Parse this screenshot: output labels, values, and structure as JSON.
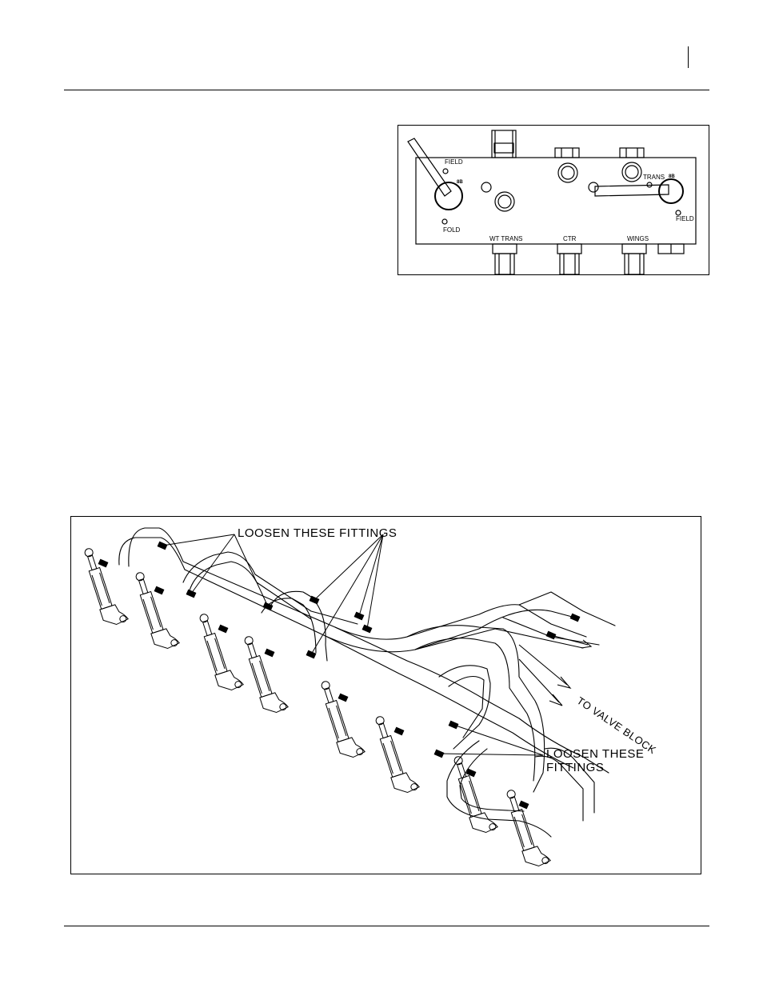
{
  "valve_block": {
    "labels": {
      "field_left": "FIELD",
      "fold": "FOLD",
      "trans": "TRANS",
      "field_right": "FIELD",
      "wt_trans": "WT TRANS",
      "ctr": "CTR",
      "wings": "WINGS",
      "knob_left": "8B",
      "knob_right": "8B"
    }
  },
  "hydraulic_diagram": {
    "callout_top": "LOOSEN THESE FITTINGS",
    "callout_bottom": "LOOSEN THESE FITTINGS",
    "to_valve_block": "TO VALVE BLOCK"
  },
  "colors": {
    "ink": "#000000",
    "paper": "#ffffff"
  }
}
